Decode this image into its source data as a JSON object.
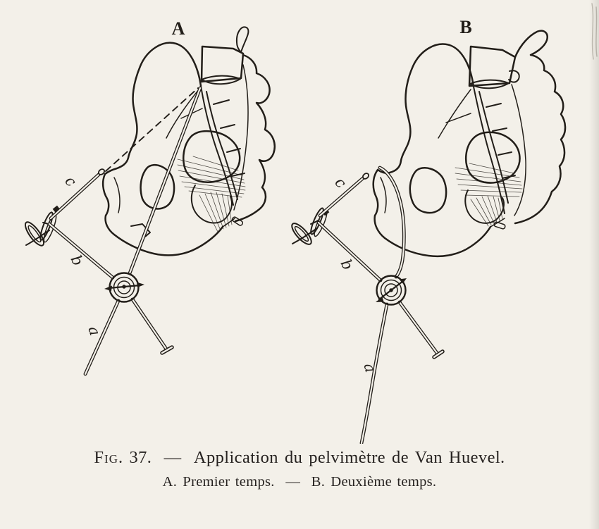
{
  "colors": {
    "paper": "#f3f0e9",
    "ink": "#221e19"
  },
  "panel_a": {
    "label": "A",
    "branch_c": "c",
    "branch_b": "b",
    "branch_a": "a"
  },
  "panel_b": {
    "label": "B",
    "branch_c": "c",
    "branch_b": "b",
    "branch_a": "a"
  },
  "caption": {
    "figure_word": "Fig.",
    "figure_number": "37.",
    "dash": "—",
    "title": "Application du pelvimètre de Van Huevel.",
    "legend_a_label": "A.",
    "legend_a_text": "Premier temps.",
    "legend_dash": "—",
    "legend_b_label": "B.",
    "legend_b_text": "Deuxième temps."
  }
}
